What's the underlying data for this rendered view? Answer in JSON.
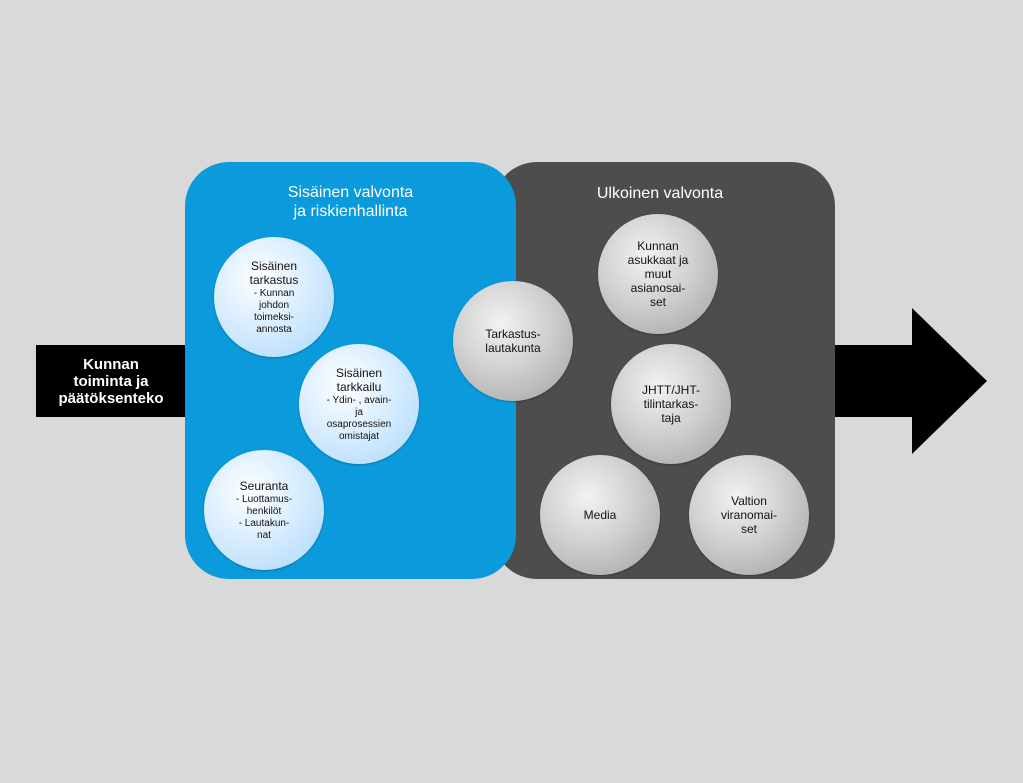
{
  "flow": {
    "label": "Kunnan\ntoiminta ja\npäätöksenteko"
  },
  "internal": {
    "title": "Sisäinen valvonta\nja riskienhallinta",
    "color": "#0b9bdc",
    "circles": [
      {
        "title": "Sisäinen\ntarkastus",
        "sub": "- Kunnan\njohdon\ntoimeksi-\nannosta"
      },
      {
        "title": "Sisäinen\ntarkkailu",
        "sub": "- Ydin- , avain-\nja\nosaprosessien\nomistajat"
      },
      {
        "title": "Seuranta",
        "sub": "-   Luottamus-\nhenkilöt\n-   Lautakun-\nnat"
      }
    ]
  },
  "center": {
    "label": "Tarkastus-\nlautakunta"
  },
  "external": {
    "title": "Ulkoinen valvonta",
    "color": "#4d4d4d",
    "circles": [
      {
        "label": "Kunnan\nasukkaat ja\nmuut\nasianosai-\nset"
      },
      {
        "label": "JHTT/JHT-\ntilintarkas-\ntaja"
      },
      {
        "label": "Media"
      },
      {
        "label": "Valtion\nviranomai-\nset"
      }
    ]
  }
}
